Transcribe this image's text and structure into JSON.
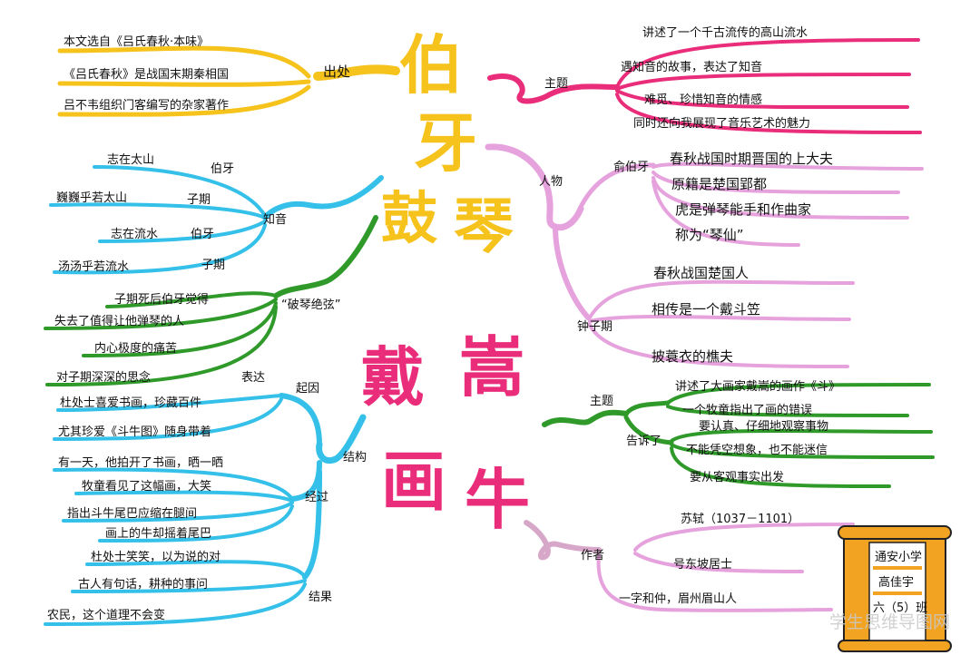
{
  "titles": {
    "story1": [
      "伯",
      "牙",
      "鼓",
      "琴"
    ],
    "story2": [
      "戴",
      "嵩",
      "画",
      "牛"
    ]
  },
  "bymya": {
    "chu_chu": {
      "label": "出处",
      "lines": [
        "本文选自《吕氏春秋·本味》",
        "《吕氏春秋》是战国末期秦相国",
        "吕不韦组织门客编写的杂家著作"
      ]
    },
    "zhi_yin": {
      "label": "知音",
      "lines": [
        "志在太山",
        "伯牙",
        "巍巍乎若太山",
        "子期",
        "志在流水",
        "伯牙",
        "汤汤乎若流水",
        "子期"
      ]
    },
    "po_qin": {
      "label": "“破琴绝弦”",
      "lines": [
        "子期死后伯牙觉得",
        "失去了值得让他弹琴的人",
        "内心极度的痛苦",
        "对子期深深的思念",
        "表达"
      ]
    },
    "zhu_ti": {
      "label": "主题",
      "lines": [
        "讲述了一个千古流传的高山流水",
        "遇知音的故事，表达了知音",
        "难觅、珍惜知音的情感",
        "同时还向我展现了音乐艺术的魅力"
      ]
    },
    "ren_wu": {
      "label": "人物",
      "boya": {
        "label": "俞伯牙",
        "lines": [
          "春秋战国时期晋国的上大夫",
          "原籍是楚国郢都",
          "虎是弹琴能手和作曲家",
          "称为“琴仙”"
        ]
      },
      "ziqi": {
        "label": "钟子期",
        "lines": [
          "春秋战国楚国人",
          "相传是一个戴斗笠",
          "披蓑衣的樵夫"
        ]
      }
    }
  },
  "daisong": {
    "jie_gou": {
      "label": "结构",
      "qi_yin": {
        "label": "起因",
        "lines": [
          "杜处士喜爱书画，珍藏百件",
          "尤其珍爱《斗牛图》随身带着"
        ]
      },
      "jing_guo": {
        "label": "经过",
        "lines": [
          "有一天，他拍开了书画，晒一晒",
          "牧童看见了这幅画，大笑",
          "指出斗牛尾巴应缩在腿间",
          "画上的牛却摇着尾巴"
        ]
      },
      "jie_guo": {
        "label": "结果",
        "lines": [
          "杜处士笑笑，以为说的对",
          "古人有句话，耕种的事问",
          "农民，这个道理不会变"
        ]
      }
    },
    "zhu_ti": {
      "label": "主题",
      "lines": [
        "讲述了大画家戴嵩的画作《斗》",
        "一个牧童指出了画的错误"
      ]
    },
    "gao_su": {
      "label": "告诉了",
      "lines": [
        "要认真、仔细地观察事物",
        "不能凭空想象，也不能迷信",
        "要从客观事实出发"
      ]
    },
    "zuo_zhe": {
      "label": "作者",
      "lines": [
        "苏轼（1037－1101）",
        "号东坡居士",
        "一字和仲，眉州眉山人"
      ]
    }
  },
  "stamp": {
    "lines": [
      "通安小学",
      "高佳宇",
      "六（5）班"
    ]
  },
  "watermark": "学生思维导图网",
  "colors": {
    "yellow": "#f6c21c",
    "pink": "#ea2d7a",
    "light_pink": "#e6a2dd",
    "blue": "#34c0e8",
    "green": "#2f9a2a",
    "orange": "#f2a321",
    "mauve": "#d7a7c9"
  }
}
